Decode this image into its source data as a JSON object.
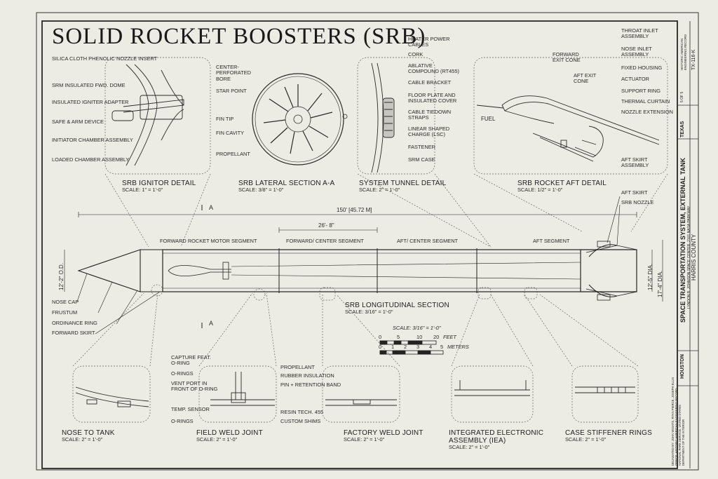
{
  "title": "SOLID ROCKET BOOSTERS (SRB)",
  "details": {
    "ignitor": {
      "title": "SRB IGNITOR DETAIL",
      "scale": "SCALE: 1\" = 1'-0\"",
      "labels": [
        "SILICA CLOTH PHENOLIC NOZZLE INSERT",
        "SRM INSULATED FWD. DOME",
        "INSULATED IGNITER ADAPTER",
        "SAFE & ARM DEVICE",
        "INITIATOR CHAMBER ASSEMBLY",
        "LOADED CHAMBER ASSEMBLY"
      ]
    },
    "lateral": {
      "title": "SRB LATERAL SECTION A-A",
      "scale": "SCALE: 3/8\" = 1'-0\"",
      "labels": [
        "CENTER-PERFORATED BORE",
        "STAR POINT",
        "FIN TIP",
        "FIN CAVITY",
        "PROPELLANT"
      ]
    },
    "tunnel": {
      "title": "SYSTEM TUNNEL DETAIL",
      "scale": "SCALE: 2\" = 1'-0\"",
      "labels": [
        "HEATER POWER CABLES",
        "CORK",
        "ABLATIVE COMPOUND (RT455)",
        "CABLE BRACKET",
        "FLOOR PLATE AND INSULATED COVER",
        "CABLE TIEDOWN STRAPS",
        "LINEAR SHAPED CHARGE (LSC)",
        "FASTENER",
        "SRM CASE"
      ]
    },
    "aft": {
      "title": "SRB ROCKET AFT DETAIL",
      "scale": "SCALE: 1/2\" = 1'-0\"",
      "labels": [
        "THROAT INLET ASSEMBLY",
        "NOSE INLET ASSEMBLY",
        "FIXED HOUSING",
        "ACTUATOR",
        "SUPPORT RING",
        "THERMAL CURTAIN",
        "NOZZLE EXTENSION",
        "AFT SKIRT ASSEMBLY"
      ],
      "inner_labels": [
        "FORWARD EXIT CONE",
        "AFT EXIT CONE",
        "FUEL"
      ]
    }
  },
  "longitudinal": {
    "title": "SRB LONGITUDINAL SECTION",
    "scale": "SCALE: 3/16\" = 1'-0\"",
    "overall_length": "150' [45.72 m]",
    "segment_length": "26'- 8\"",
    "segments": [
      "FORWARD ROCKET MOTOR SEGMENT",
      "FORWARD/ CENTER SEGMENT",
      "AFT/ CENTER SEGMENT",
      "AFT SEGMENT"
    ],
    "left_labels": [
      "NOSE CAP",
      "FRUSTUM",
      "ORDINANCE RING",
      "FORWARD SKIRT"
    ],
    "right_labels": [
      "AFT SKIRT",
      "SRB NOZZLE"
    ],
    "dim_od": "12'-2\" O.D.",
    "dim_d1": "12'-5\" DIA.",
    "dim_d2": "17'-4\" DIA.",
    "section_mark": "A"
  },
  "scale_bar": {
    "label": "SCALE: 3/16\" = 1'-0\"",
    "feet_ticks": [
      "0",
      "5",
      "10",
      "20"
    ],
    "feet_unit": "FEET",
    "meter_ticks": [
      "0",
      "1",
      "2",
      "3",
      "4",
      "5"
    ],
    "meter_unit": "METERS"
  },
  "bottom_details": {
    "nose_tank": {
      "title": "NOSE TO TANK",
      "scale": "SCALE: 2\" = 1'-0\""
    },
    "field_weld": {
      "title": "FIELD WELD JOINT",
      "scale": "SCALE: 2\" = 1'-0\"",
      "labels_left": [
        "CAPTURE FEAT. O-RING",
        "O-RINGS",
        "VENT PORT IN FRONT OF O-RING",
        "TEMP. SENSOR",
        "O-RINGS"
      ],
      "labels_right": [
        "PROPELLANT",
        "RUBBER INSULATION",
        "PIN + RETENTION BAND",
        "RESIN TECH. 455",
        "CUSTOM SHIMS"
      ]
    },
    "factory_weld": {
      "title": "FACTORY WELD JOINT",
      "scale": "SCALE: 2\" = 1'-0\""
    },
    "iea": {
      "title": "INTEGRATED ELECTRONIC ASSEMBLY (IEA)",
      "scale": "SCALE: 2\" = 1'-0\""
    },
    "stiffener": {
      "title": "CASE STIFFENER RINGS",
      "scale": "SCALE: 2\" = 1'-0\""
    }
  },
  "title_block": {
    "project": "SPACE TRANSPORTATION SYSTEM, EXTERNAL TANK",
    "sub": "LYNDON B. JOHNSON SPACE CENTER, 2101 NASA PARKWAY",
    "county": "HARRIS COUNTY",
    "city": "HOUSTON",
    "state": "TEXAS",
    "hasp_label": "HISTORIC AMERICAN ENGINEERING RECORD",
    "hasp": "TX-116-K",
    "sheet": "5 OF 5",
    "delineator": "DELINEATED BY: JOHN WIGHTS, RYAN PIERCE, JOSEPH ELLIS",
    "office": "OFFICE: HISTORIC AMERICAN ENGINEERING RECORD, NATIONAL PARK SERVICE, UNITED STATES DEPARTMENT OF THE INTERIOR"
  },
  "colors": {
    "paper": "#ecebe4",
    "ink": "#222222"
  }
}
